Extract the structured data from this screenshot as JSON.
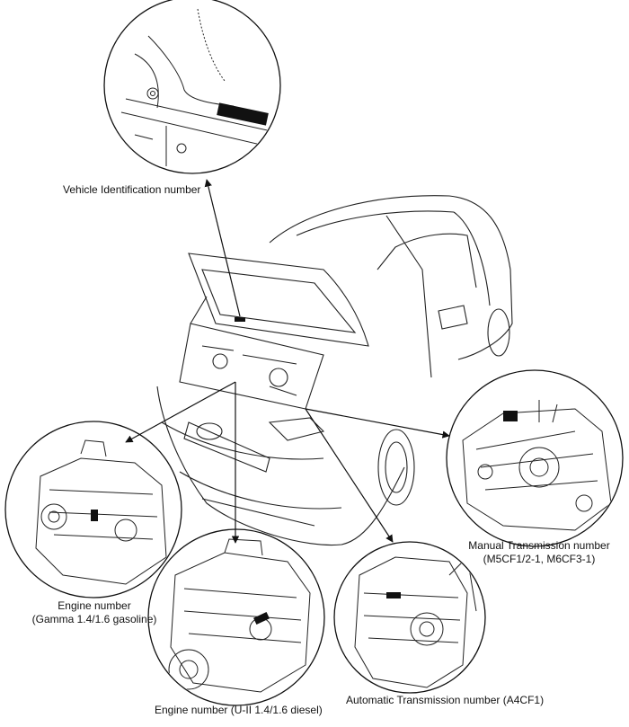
{
  "labels": {
    "vin": "Vehicle Identification number",
    "manual_line1": "Manual Transmission number",
    "manual_line2": "(M5CF1/2-1, M6CF3-1)",
    "engine_gas_line1": "Engine number",
    "engine_gas_line2": "(Gamma 1.4/1.6 gasoline)",
    "engine_diesel": "Engine number (U-II 1.4/1.6 diesel)",
    "auto_trans": "Automatic Transmission number (A4CF1)"
  }
}
